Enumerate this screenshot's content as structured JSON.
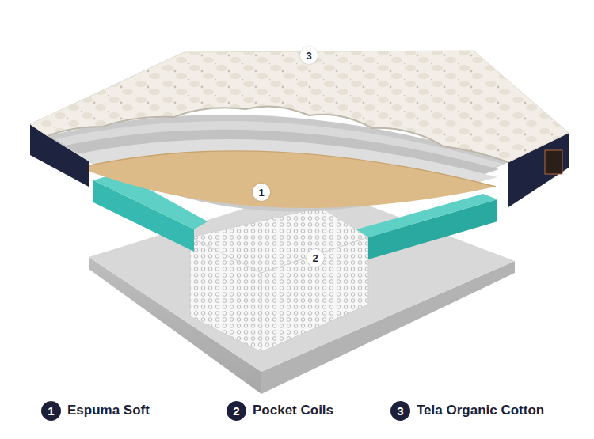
{
  "diagram": {
    "nodes": [
      {
        "text": [
          "3"
        ]
      },
      {
        "text": [
          "1"
        ]
      },
      {
        "text": [
          "2"
        ]
      },
      {
        "text": [
          "1",
          "Espuma Soft"
        ]
      },
      {
        "text": [
          "2",
          "Pocket Coils"
        ]
      },
      {
        "text": [
          "3",
          "Tela Organic Cotton"
        ]
      }
    ]
  }
}
